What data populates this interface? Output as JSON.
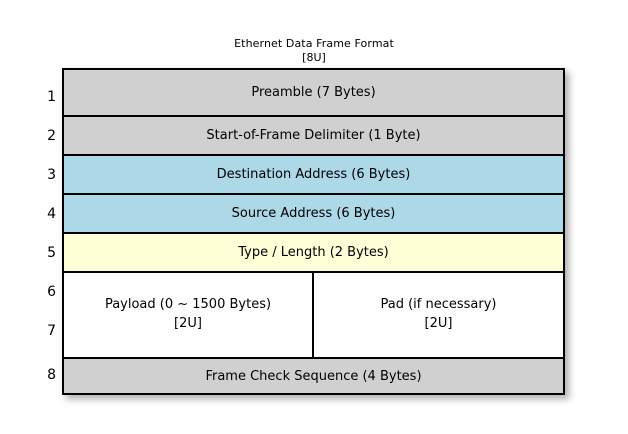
{
  "diagram": {
    "title": "Ethernet Data Frame Format",
    "subtitle": "[8U]",
    "colors": {
      "gray": "#d0d0d0",
      "blue": "#acd8e8",
      "yellow": "#ffffd8",
      "white": "#ffffff",
      "border": "#000000",
      "background": "#ffffff"
    },
    "row_numbers": [
      "1",
      "2",
      "3",
      "4",
      "5",
      "6",
      "7",
      "8"
    ],
    "rows": [
      {
        "number": "1",
        "label": "Preamble (7 Bytes)",
        "fill": "gray"
      },
      {
        "number": "2",
        "label": "Start-of-Frame Delimiter (1 Byte)",
        "fill": "gray"
      },
      {
        "number": "3",
        "label": "Destination Address (6 Bytes)",
        "fill": "blue"
      },
      {
        "number": "4",
        "label": "Source Address (6 Bytes)",
        "fill": "blue"
      },
      {
        "number": "5",
        "label": "Type / Length (2 Bytes)",
        "fill": "yellow"
      },
      {
        "number": "6-7",
        "fill": "white",
        "split": true,
        "cells": [
          {
            "label": "Payload (0 ~ 1500 Bytes)",
            "note": "[2U]"
          },
          {
            "label": "Pad (if necessary)",
            "note": "[2U]"
          }
        ]
      },
      {
        "number": "8",
        "label": "Frame Check Sequence (4 Bytes)",
        "fill": "gray"
      }
    ]
  }
}
